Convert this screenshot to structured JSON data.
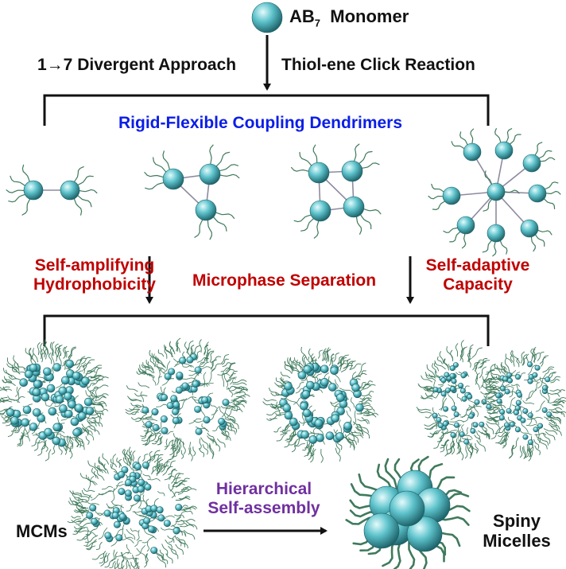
{
  "title": {
    "monomer_main": "AB",
    "monomer_sub": "7",
    "monomer_suffix": "Monomer"
  },
  "approaches": {
    "left": "1→7 Divergent Approach",
    "right": "Thiol-ene Click Reaction"
  },
  "dendrimer_family": "Rigid-Flexible Coupling Dendrimers",
  "properties": {
    "left": [
      "Self-amplifying",
      "Hydrophobicity"
    ],
    "center": "Microphase Separation",
    "right": [
      "Self-adaptive",
      "Capacity"
    ]
  },
  "process": [
    "Hierarchical",
    "Self-assembly"
  ],
  "outputs": {
    "mcms": "MCMs",
    "micelles": [
      "Spiny",
      "Micelles"
    ]
  },
  "colors": {
    "text": "#111111",
    "property_red": "#c00000",
    "family_blue": "#0b1ee6",
    "process_purple": "#7030a0",
    "sphere_light": "#e4fbfc",
    "sphere_mid": "#5ec3cc",
    "sphere_dark": "#1b5f66",
    "chain_green": "#3f7a5c",
    "linker_gray": "#8e8aa0"
  },
  "icons": [
    "monomer-sphere-icon",
    "down-arrow-icon",
    "right-arrow-icon",
    "dendrimer-icon",
    "micelle-icon"
  ]
}
